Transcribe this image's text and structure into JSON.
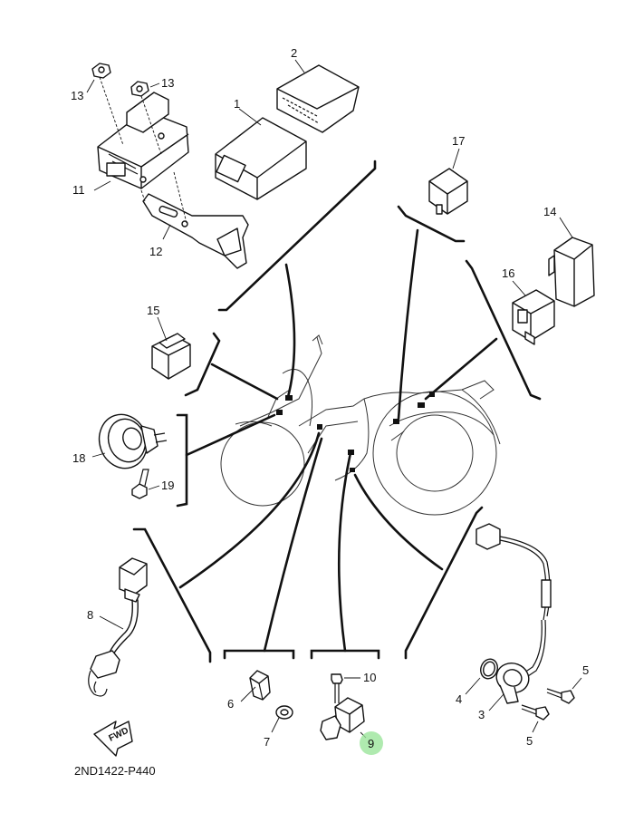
{
  "callouts": {
    "c1": "1",
    "c2": "2",
    "c3": "3",
    "c4": "4",
    "c5a": "5",
    "c5b": "5",
    "c6": "6",
    "c7": "7",
    "c8": "8",
    "c9": "9",
    "c10": "10",
    "c11": "11",
    "c12": "12",
    "c13a": "13",
    "c13b": "13",
    "c14": "14",
    "c15": "15",
    "c16": "16",
    "c17": "17",
    "c18": "18",
    "c19": "19"
  },
  "fwd_label": "FWD",
  "diagram_code": "2ND1422-P440",
  "highlight_color": "#9be59b"
}
